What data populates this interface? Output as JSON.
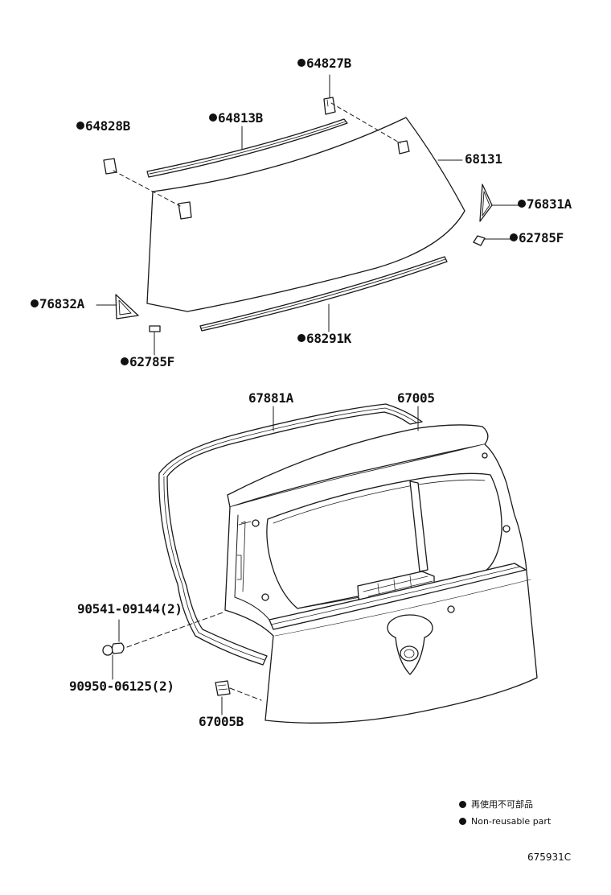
{
  "labels": {
    "l64827b": "64827B",
    "l64828b": "64828B",
    "l64813b": "64813B",
    "l68131": "68131",
    "l76831a": "76831A",
    "l62785f_r": "62785F",
    "l76832a": "76832A",
    "l68291k": "68291K",
    "l62785f_l": "62785F",
    "l67881a": "67881A",
    "l67005": "67005",
    "l90541": "90541-09144(2)",
    "l90950": "90950-06125(2)",
    "l67005b": "67005B"
  },
  "legend": {
    "jp": "再使用不可部品",
    "en": "Non-reusable part"
  },
  "diagram_code": "675931C"
}
